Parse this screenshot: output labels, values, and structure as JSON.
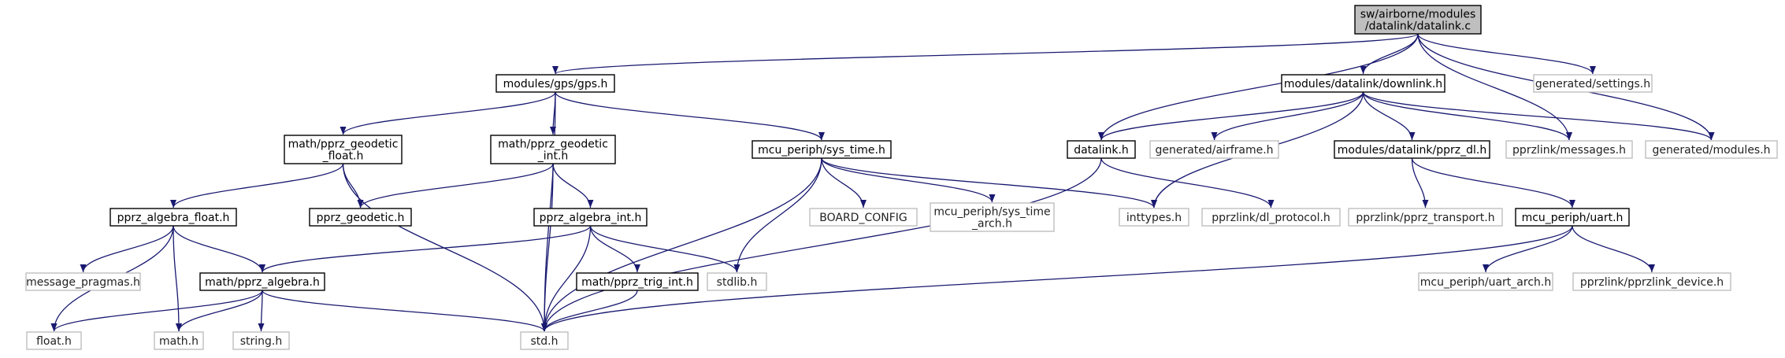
{
  "colors": {
    "edge": "#191970",
    "root_fill": "#bfbfbf",
    "root_stroke": "#000000",
    "known_stroke": "#000000",
    "unknown_stroke": "#bfbfbf",
    "text_known": "#000000",
    "text_unknown": "#222222"
  },
  "nodes": [
    {
      "id": "datalink_c",
      "kind": "root",
      "lines": [
        "sw/airborne/modules",
        "/datalink/datalink.c"
      ]
    },
    {
      "id": "gps_h",
      "kind": "known",
      "lines": [
        "modules/gps/gps.h"
      ]
    },
    {
      "id": "downlink_h",
      "kind": "known",
      "lines": [
        "modules/datalink/downlink.h"
      ]
    },
    {
      "id": "settings_h",
      "kind": "unknown",
      "lines": [
        "generated/settings.h"
      ]
    },
    {
      "id": "geodetic_float_h",
      "kind": "known",
      "lines": [
        "math/pprz_geodetic",
        "_float.h"
      ]
    },
    {
      "id": "geodetic_int_h",
      "kind": "known",
      "lines": [
        "math/pprz_geodetic",
        "_int.h"
      ]
    },
    {
      "id": "sys_time_h",
      "kind": "known",
      "lines": [
        "mcu_periph/sys_time.h"
      ]
    },
    {
      "id": "datalink_h",
      "kind": "known",
      "lines": [
        "datalink.h"
      ]
    },
    {
      "id": "airframe_h",
      "kind": "unknown",
      "lines": [
        "generated/airframe.h"
      ]
    },
    {
      "id": "pprz_dl_h",
      "kind": "known",
      "lines": [
        "modules/datalink/pprz_dl.h"
      ]
    },
    {
      "id": "messages_h",
      "kind": "unknown",
      "lines": [
        "pprzlink/messages.h"
      ]
    },
    {
      "id": "modules_h",
      "kind": "unknown",
      "lines": [
        "generated/modules.h"
      ]
    },
    {
      "id": "algebra_float_h",
      "kind": "known",
      "lines": [
        "pprz_algebra_float.h"
      ]
    },
    {
      "id": "pprz_geodetic_h",
      "kind": "known",
      "lines": [
        "pprz_geodetic.h"
      ]
    },
    {
      "id": "algebra_int_h",
      "kind": "known",
      "lines": [
        "pprz_algebra_int.h"
      ]
    },
    {
      "id": "board_config",
      "kind": "unknown",
      "lines": [
        "BOARD_CONFIG"
      ]
    },
    {
      "id": "sys_time_arch_h",
      "kind": "unknown",
      "lines": [
        "mcu_periph/sys_time",
        "_arch.h"
      ]
    },
    {
      "id": "inttypes_h",
      "kind": "unknown",
      "lines": [
        "inttypes.h"
      ]
    },
    {
      "id": "dl_protocol_h",
      "kind": "unknown",
      "lines": [
        "pprzlink/dl_protocol.h"
      ]
    },
    {
      "id": "pprz_transport_h",
      "kind": "unknown",
      "lines": [
        "pprzlink/pprz_transport.h"
      ]
    },
    {
      "id": "uart_h",
      "kind": "known",
      "lines": [
        "mcu_periph/uart.h"
      ]
    },
    {
      "id": "message_pragmas_h",
      "kind": "unknown",
      "lines": [
        "message_pragmas.h"
      ]
    },
    {
      "id": "math_algebra_h",
      "kind": "known",
      "lines": [
        "math/pprz_algebra.h"
      ]
    },
    {
      "id": "trig_int_h",
      "kind": "known",
      "lines": [
        "math/pprz_trig_int.h"
      ]
    },
    {
      "id": "stdlib_h",
      "kind": "unknown",
      "lines": [
        "stdlib.h"
      ]
    },
    {
      "id": "uart_arch_h",
      "kind": "unknown",
      "lines": [
        "mcu_periph/uart_arch.h"
      ]
    },
    {
      "id": "pprzlink_device_h",
      "kind": "unknown",
      "lines": [
        "pprzlink/pprzlink_device.h"
      ]
    },
    {
      "id": "float_h",
      "kind": "unknown",
      "lines": [
        "float.h"
      ]
    },
    {
      "id": "math_h",
      "kind": "unknown",
      "lines": [
        "math.h"
      ]
    },
    {
      "id": "string_h",
      "kind": "unknown",
      "lines": [
        "string.h"
      ]
    },
    {
      "id": "std_h",
      "kind": "unknown",
      "lines": [
        "std.h"
      ]
    }
  ],
  "edges": [
    [
      "datalink_c",
      "gps_h"
    ],
    [
      "datalink_c",
      "downlink_h"
    ],
    [
      "datalink_c",
      "settings_h"
    ],
    [
      "datalink_c",
      "datalink_h"
    ],
    [
      "datalink_c",
      "messages_h"
    ],
    [
      "datalink_c",
      "modules_h"
    ],
    [
      "gps_h",
      "geodetic_float_h"
    ],
    [
      "gps_h",
      "geodetic_int_h"
    ],
    [
      "gps_h",
      "sys_time_h"
    ],
    [
      "gps_h",
      "std_h"
    ],
    [
      "geodetic_float_h",
      "algebra_float_h"
    ],
    [
      "geodetic_float_h",
      "pprz_geodetic_h"
    ],
    [
      "geodetic_float_h",
      "std_h"
    ],
    [
      "geodetic_int_h",
      "pprz_geodetic_h"
    ],
    [
      "geodetic_int_h",
      "algebra_int_h"
    ],
    [
      "geodetic_int_h",
      "std_h"
    ],
    [
      "sys_time_h",
      "board_config"
    ],
    [
      "sys_time_h",
      "sys_time_arch_h"
    ],
    [
      "sys_time_h",
      "inttypes_h"
    ],
    [
      "sys_time_h",
      "stdlib_h"
    ],
    [
      "sys_time_h",
      "std_h"
    ],
    [
      "downlink_h",
      "datalink_h"
    ],
    [
      "downlink_h",
      "airframe_h"
    ],
    [
      "downlink_h",
      "pprz_dl_h"
    ],
    [
      "downlink_h",
      "messages_h"
    ],
    [
      "downlink_h",
      "modules_h"
    ],
    [
      "downlink_h",
      "inttypes_h"
    ],
    [
      "datalink_h",
      "dl_protocol_h"
    ],
    [
      "datalink_h",
      "std_h"
    ],
    [
      "pprz_dl_h",
      "pprz_transport_h"
    ],
    [
      "pprz_dl_h",
      "uart_h"
    ],
    [
      "uart_h",
      "uart_arch_h"
    ],
    [
      "uart_h",
      "pprzlink_device_h"
    ],
    [
      "uart_h",
      "std_h"
    ],
    [
      "algebra_float_h",
      "message_pragmas_h"
    ],
    [
      "algebra_float_h",
      "math_algebra_h"
    ],
    [
      "algebra_float_h",
      "float_h"
    ],
    [
      "algebra_float_h",
      "math_h"
    ],
    [
      "algebra_int_h",
      "math_algebra_h"
    ],
    [
      "algebra_int_h",
      "trig_int_h"
    ],
    [
      "algebra_int_h",
      "stdlib_h"
    ],
    [
      "algebra_int_h",
      "std_h"
    ],
    [
      "math_algebra_h",
      "float_h"
    ],
    [
      "math_algebra_h",
      "math_h"
    ],
    [
      "math_algebra_h",
      "string_h"
    ],
    [
      "math_algebra_h",
      "std_h"
    ],
    [
      "trig_int_h",
      "std_h"
    ]
  ]
}
